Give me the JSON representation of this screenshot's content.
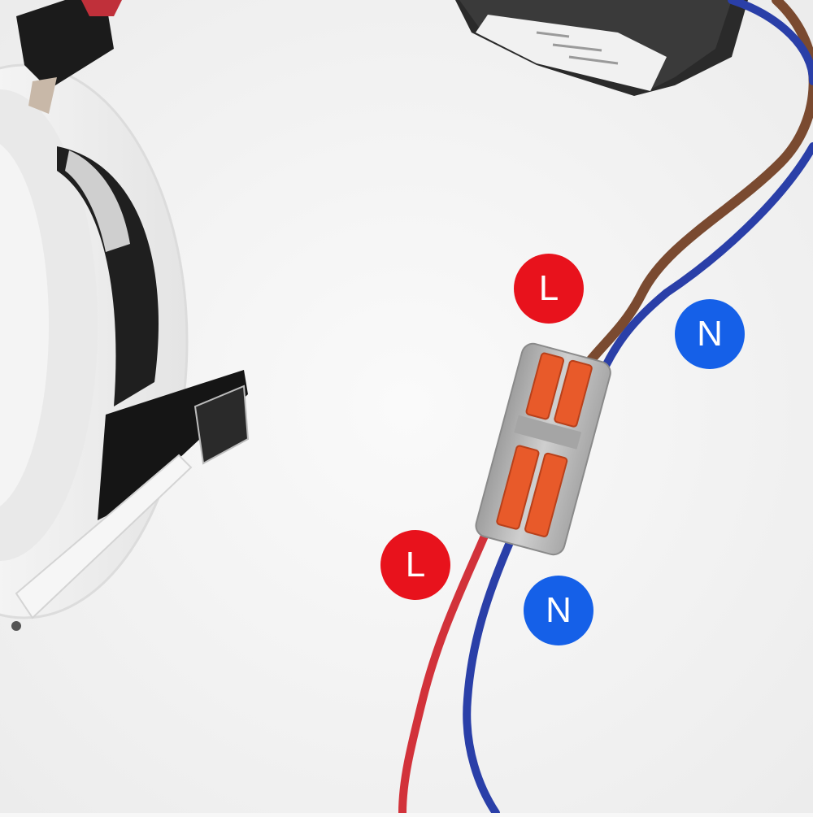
{
  "colors": {
    "background": "#f7f7f7",
    "live_label": "#e8121c",
    "neutral_label": "#1560e8",
    "brown_wire": "#7a4a30",
    "blue_wire": "#2a3fa8",
    "red_wire": "#d2323a",
    "lever": "#e85a2a",
    "connector_body": "#b9b9b9"
  },
  "labels": {
    "top_live": "L",
    "top_neutral": "N",
    "bottom_live": "L",
    "bottom_neutral": "N"
  },
  "objects": {
    "downlight": "recessed-led-downlight",
    "driver": "led-driver",
    "connector": "lever-wire-connector"
  }
}
